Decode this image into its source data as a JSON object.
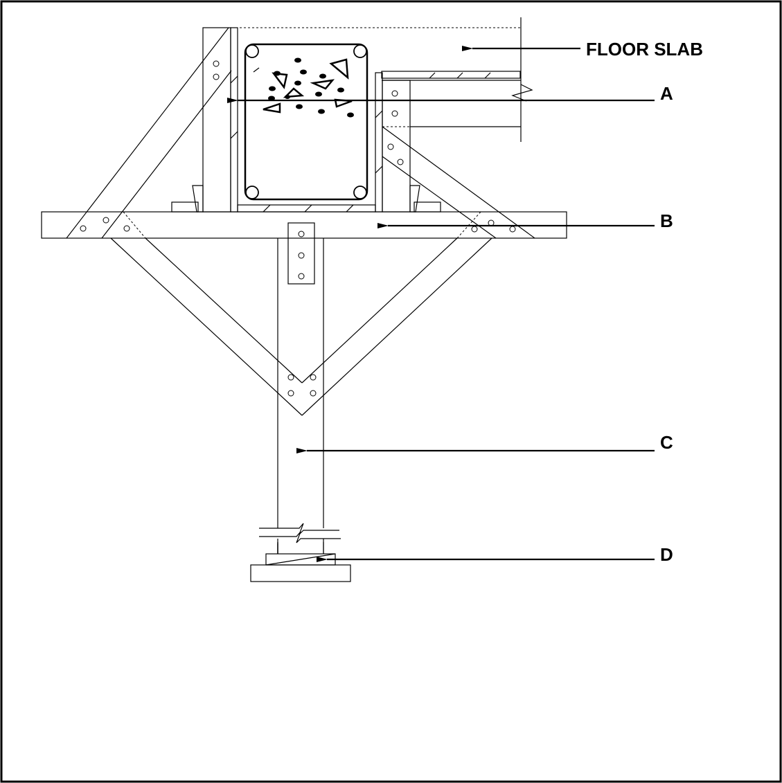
{
  "labels": {
    "floor_slab": "FLOOR SLAB",
    "a": "A",
    "b": "B",
    "c": "C",
    "d": "D"
  },
  "colors": {
    "line": "#000000",
    "background": "#ffffff"
  }
}
